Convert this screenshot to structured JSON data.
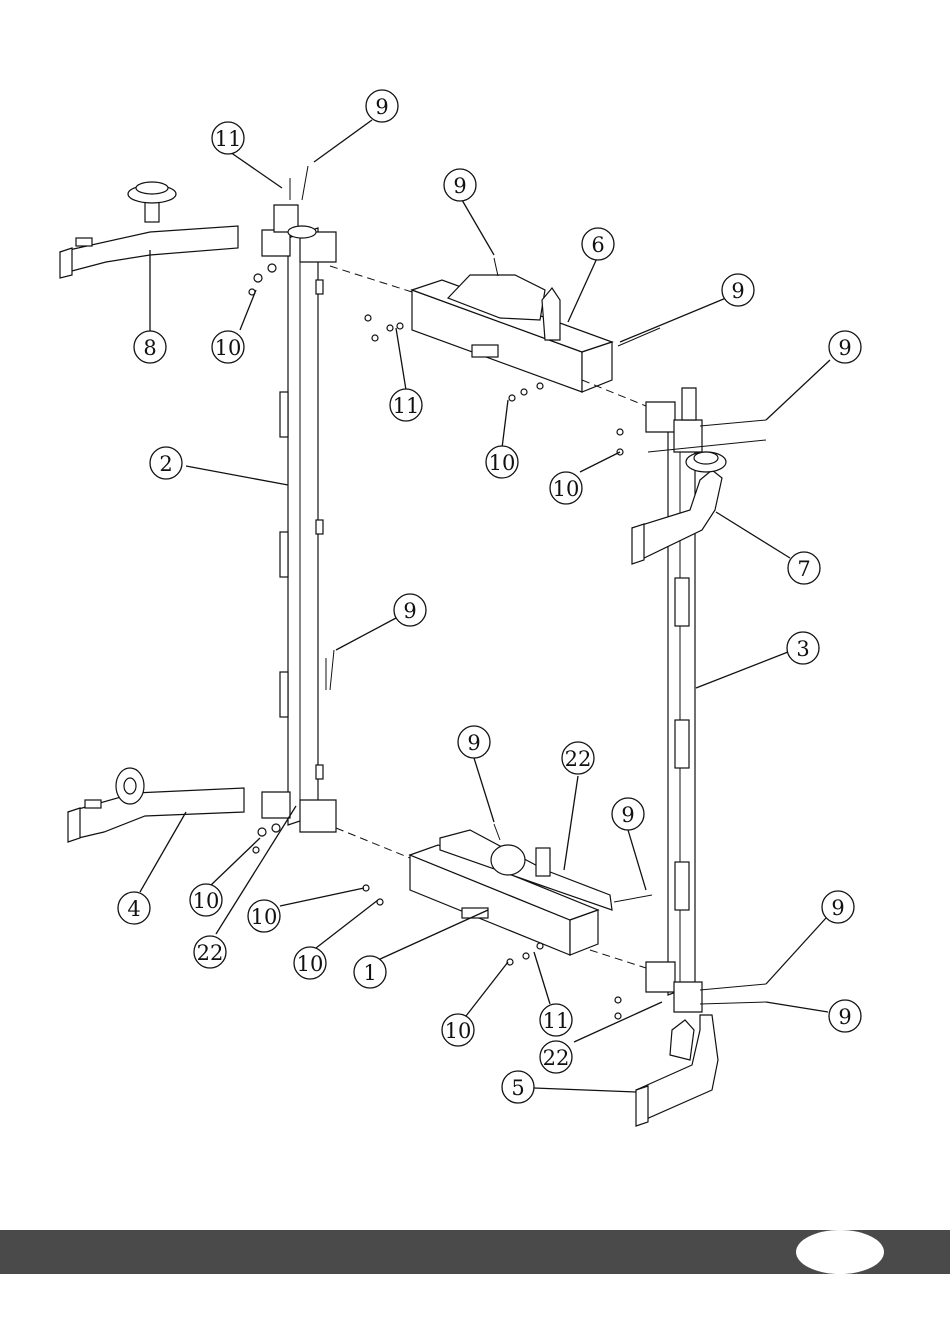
{
  "callouts": [
    {
      "id": "c11a",
      "label": "11"
    },
    {
      "id": "c9a",
      "label": "9"
    },
    {
      "id": "c8",
      "label": "8"
    },
    {
      "id": "c10a",
      "label": "10"
    },
    {
      "id": "c9b",
      "label": "9"
    },
    {
      "id": "c6",
      "label": "6"
    },
    {
      "id": "c9c",
      "label": "9"
    },
    {
      "id": "c11b",
      "label": "11"
    },
    {
      "id": "c10b",
      "label": "10"
    },
    {
      "id": "c9d",
      "label": "9"
    },
    {
      "id": "c10c",
      "label": "10"
    },
    {
      "id": "c2",
      "label": "2"
    },
    {
      "id": "c7",
      "label": "7"
    },
    {
      "id": "c3",
      "label": "3"
    },
    {
      "id": "c9e",
      "label": "9"
    },
    {
      "id": "c9f",
      "label": "9"
    },
    {
      "id": "c22a",
      "label": "22"
    },
    {
      "id": "c9g",
      "label": "9"
    },
    {
      "id": "c4",
      "label": "4"
    },
    {
      "id": "c10d",
      "label": "10"
    },
    {
      "id": "c10e",
      "label": "10"
    },
    {
      "id": "c22b",
      "label": "22"
    },
    {
      "id": "c10f",
      "label": "10"
    },
    {
      "id": "c1",
      "label": "1"
    },
    {
      "id": "c9h",
      "label": "9"
    },
    {
      "id": "c10g",
      "label": "10"
    },
    {
      "id": "c11c",
      "label": "11"
    },
    {
      "id": "c9i",
      "label": "9"
    },
    {
      "id": "c22c",
      "label": "22"
    },
    {
      "id": "c5",
      "label": "5"
    }
  ],
  "colors": {
    "footer": "#4a4a4a",
    "line": "#111111",
    "background": "#ffffff"
  }
}
